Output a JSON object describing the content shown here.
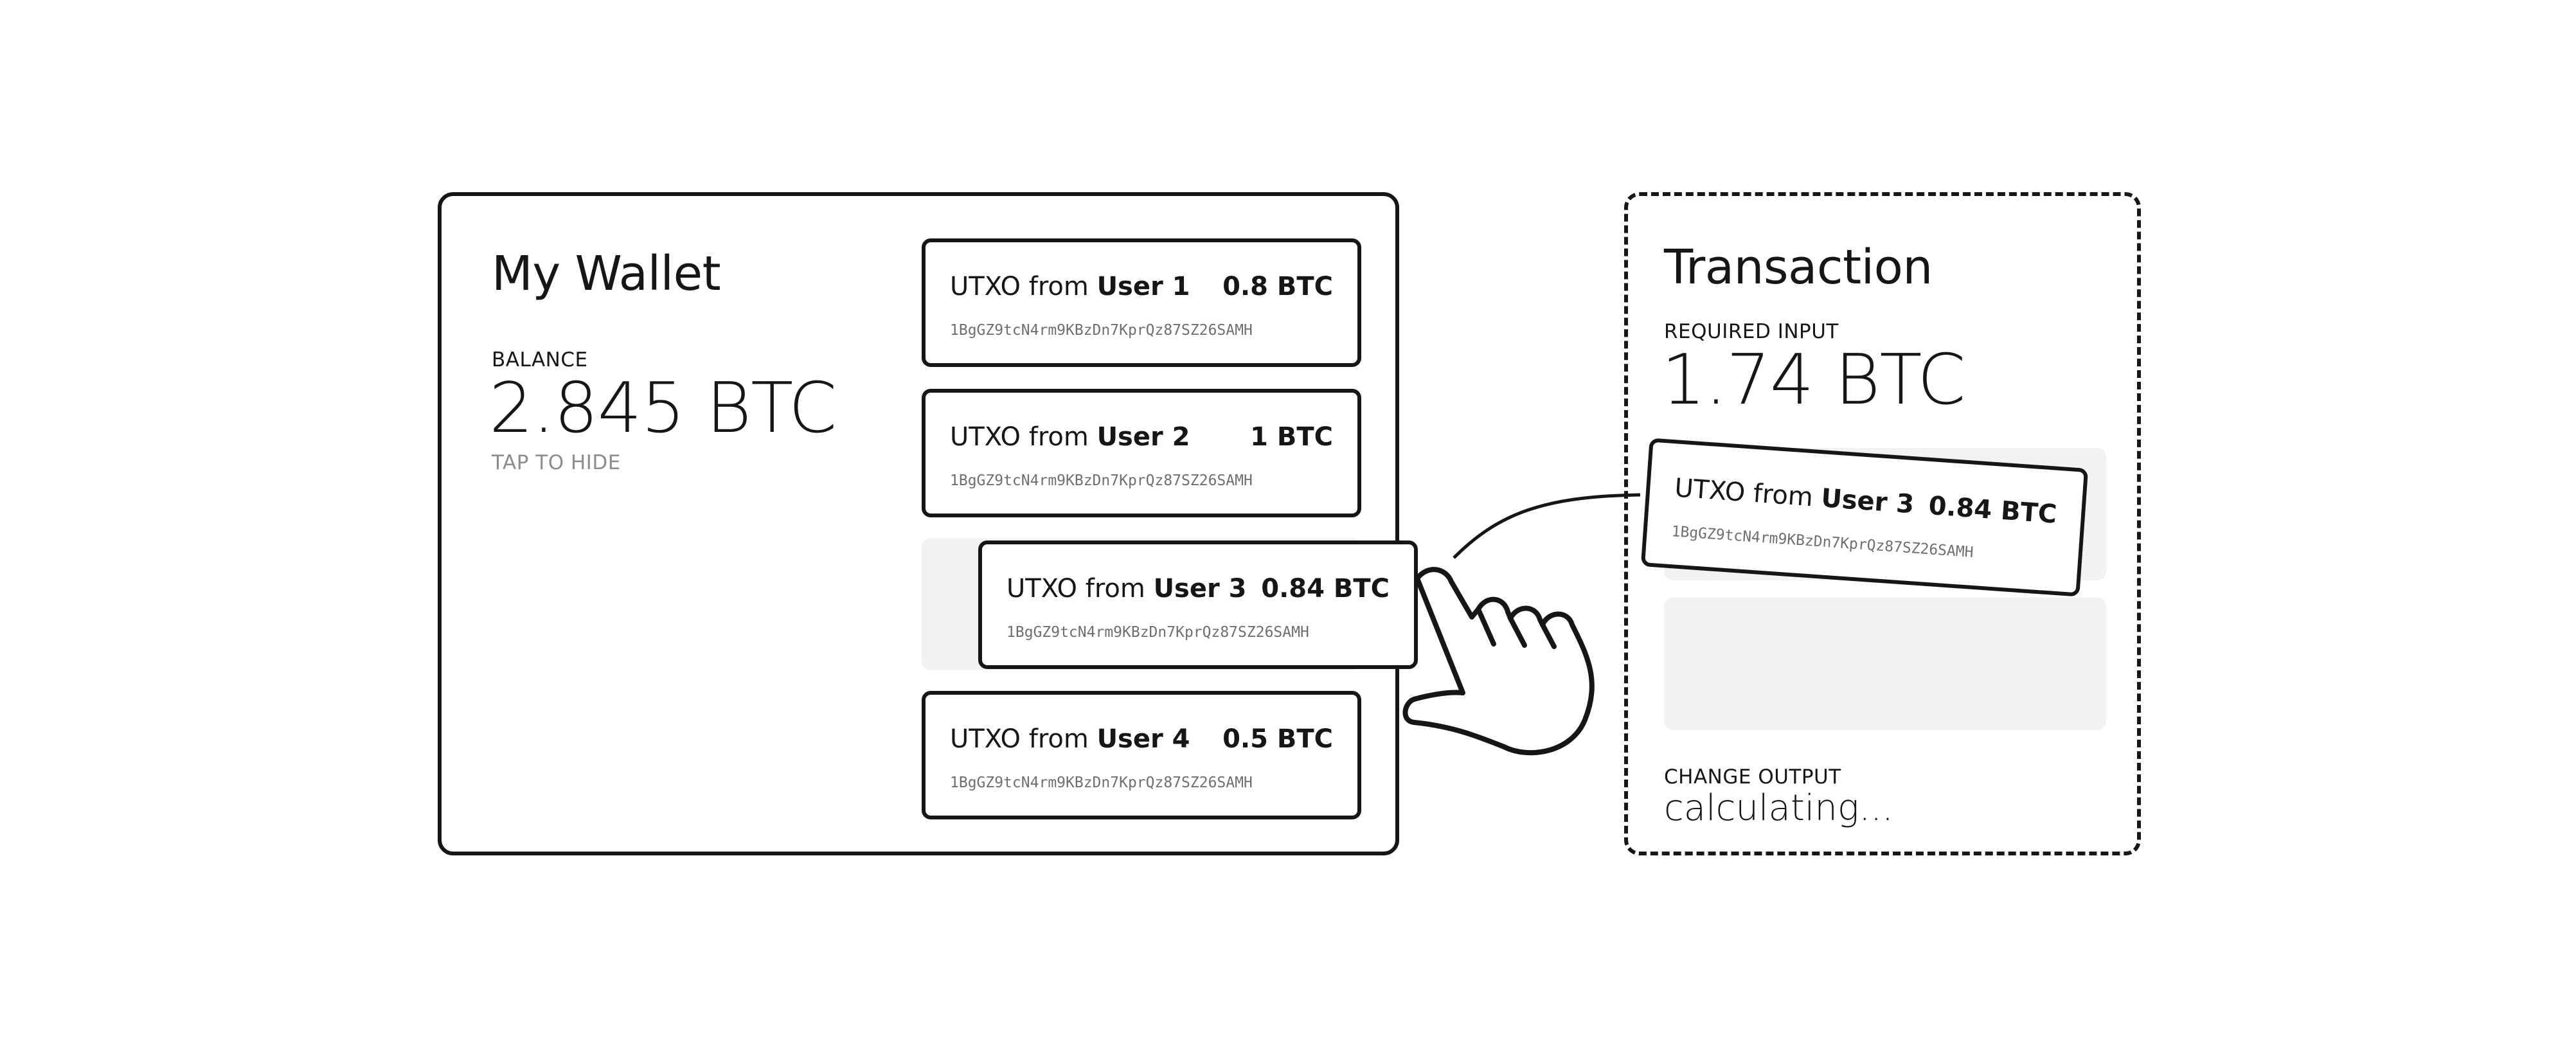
{
  "wallet": {
    "title": "My Wallet",
    "balance_label": "BALANCE",
    "balance_value": "2.845 BTC",
    "hide_hint": "TAP TO HIDE",
    "utxos": [
      {
        "prefix": "UTXO from ",
        "user": "User 1",
        "amount": "0.8 BTC",
        "address": "1BgGZ9tcN4rm9KBzDn7KprQz87SZ26SAMH"
      },
      {
        "prefix": "UTXO from ",
        "user": "User 2",
        "amount": "1 BTC",
        "address": "1BgGZ9tcN4rm9KBzDn7KprQz87SZ26SAMH"
      },
      {
        "prefix": "UTXO from ",
        "user": "User 3",
        "amount": "0.84 BTC",
        "address": "1BgGZ9tcN4rm9KBzDn7KprQz87SZ26SAMH"
      },
      {
        "prefix": "UTXO from ",
        "user": "User 4",
        "amount": "0.5 BTC",
        "address": "1BgGZ9tcN4rm9KBzDn7KprQz87SZ26SAMH"
      }
    ]
  },
  "transaction": {
    "title": "Transaction",
    "required_label": "REQUIRED INPUT",
    "required_value": "1.74 BTC",
    "dropped_utxo": {
      "prefix": "UTXO from ",
      "user": "User 3",
      "amount": "0.84 BTC",
      "address": "1BgGZ9tcN4rm9KBzDn7KprQz87SZ26SAMH"
    },
    "change_label": "CHANGE OUTPUT",
    "change_value": "calculating..."
  },
  "icons": {
    "hand": "pointing-hand-icon"
  },
  "colors": {
    "ink": "#161616",
    "slot": "#f2f2f2",
    "muted": "#8d8d8d"
  }
}
